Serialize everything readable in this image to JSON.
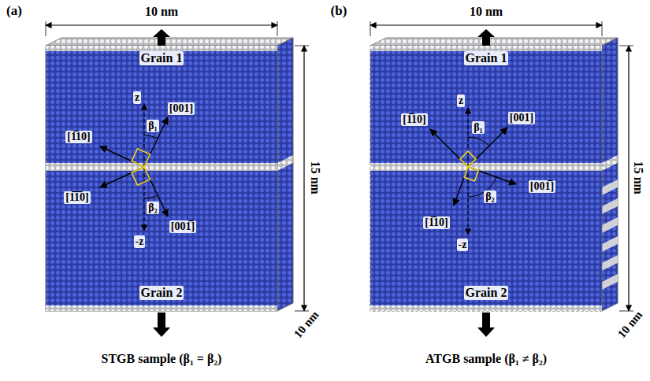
{
  "diagram": {
    "labels": [
      "(a)",
      "10 nm",
      "Grain 1",
      "[001]",
      "z",
      "[1̅10]",
      "β₁",
      "[1̅1̅0]",
      "β₂",
      "[001̅]",
      "-z",
      "Grain 2",
      "15 nm",
      "10 nm",
      "STGB sample (β₁ = β₂)",
      "(b)",
      "10 nm",
      "Grain 1",
      "[1̅10]",
      "z",
      "β₁",
      "[001]",
      "[001̅]",
      "β₂",
      "-z",
      "[1̅10]",
      "Grain 2",
      "15 nm",
      "10 nm",
      "ATGB sample (β₁ ≠ β₂)"
    ]
  }
}
